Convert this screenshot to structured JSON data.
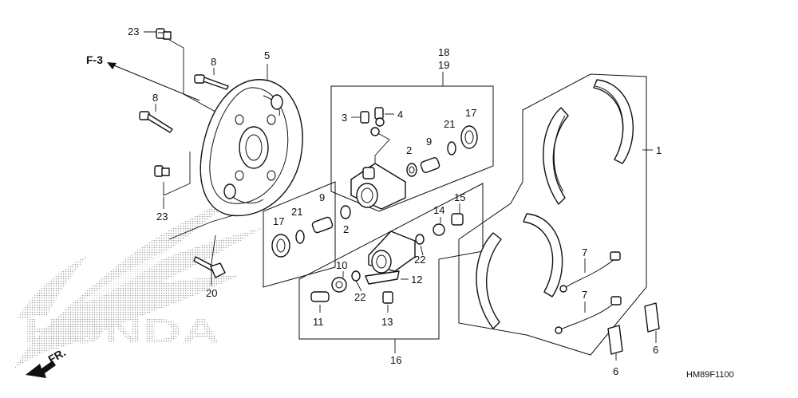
{
  "callouts": {
    "c1": "1",
    "c2a": "2",
    "c2b": "2",
    "c3": "3",
    "c4": "4",
    "c5": "5",
    "c6a": "6",
    "c6b": "6",
    "c7a": "7",
    "c7b": "7",
    "c8a": "8",
    "c8b": "8",
    "c9a": "9",
    "c9b": "9",
    "c10": "10",
    "c11": "11",
    "c12": "12",
    "c13": "13",
    "c14": "14",
    "c15": "15",
    "c16": "16",
    "c17a": "17",
    "c17b": "17",
    "c18": "18",
    "c19": "19",
    "c20": "20",
    "c21a": "21",
    "c21b": "21",
    "c22a": "22",
    "c22b": "22",
    "c23a": "23",
    "c23b": "23"
  },
  "reference": {
    "label": "F-3"
  },
  "direction": {
    "label": "FR."
  },
  "brand": {
    "wordmark": "HONDA"
  },
  "diagram_code": "HM89F1100"
}
